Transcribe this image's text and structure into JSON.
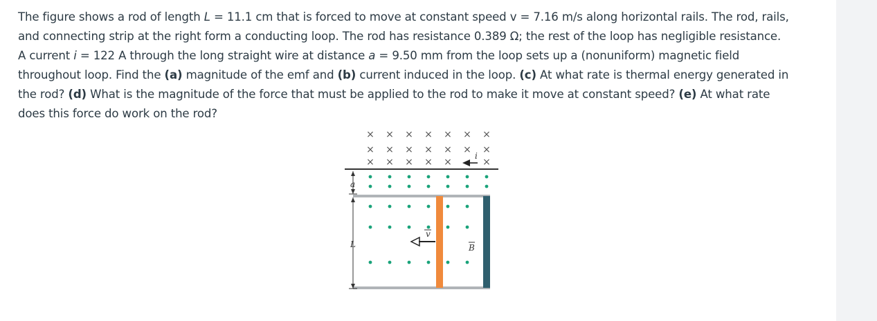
{
  "question": {
    "line1_a": "The figure shows a rod of length ",
    "line1_L": "L",
    "line1_b": " = 11.1 cm that is forced to move at constant speed v = 7.16 m/s along horizontal rails. The rod, rails,",
    "line2": "and connecting strip at the right form a conducting loop. The rod has resistance 0.389 Ω; the rest of the loop has negligible resistance.",
    "line3_a": "A current ",
    "line3_i": "i",
    "line3_b": " = 122 A through the long straight wire at distance ",
    "line3_a2": "a",
    "line3_c": " = 9.50 mm from the loop sets up a (nonuniform) magnetic field",
    "line4_a": "throughout loop. Find the ",
    "line4_pa": "(a)",
    "line4_b": " magnitude of the emf and ",
    "line4_pb": "(b)",
    "line4_c": " current induced in the loop. ",
    "line4_pc": "(c)",
    "line4_d": " At what rate is thermal energy generated in",
    "line5_a": "the rod? ",
    "line5_pd": "(d)",
    "line5_b": " What is the magnitude of the force that must be applied to the rod to make it move at constant speed? ",
    "line5_pe": "(e)",
    "line5_c": " At what rate",
    "line6": "does this force do work on the rod?"
  },
  "figure": {
    "label_a": "a",
    "label_L": "L",
    "label_i": "i",
    "label_v": "v",
    "label_B": "B",
    "cross_glyph": "×",
    "colors": {
      "rod": "#f08a3c",
      "strip": "#2f5f6e",
      "rail": "#9aa0a6",
      "wire": "#333333",
      "dot": "#1aa37a",
      "cross": "#555555"
    }
  }
}
